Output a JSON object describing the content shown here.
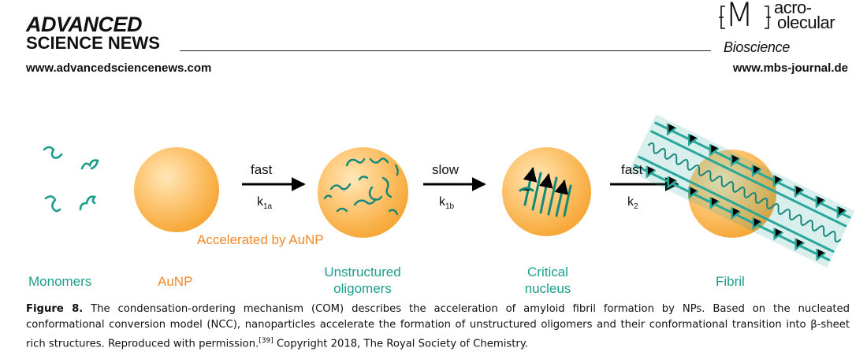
{
  "header": {
    "publisher_line1": "ADVANCED",
    "publisher_line2": "SCIENCE NEWS",
    "publisher_url": "www.advancedsciencenews.com",
    "journal_logo_m": "M",
    "journal_logo_acro": "acro-",
    "journal_logo_olecular": "olecular",
    "journal_logo_bioscience": "Bioscience",
    "journal_url": "www.mbs-journal.de"
  },
  "figure": {
    "steps": [
      {
        "top": "fast",
        "k": "k",
        "sub": "1a"
      },
      {
        "top": "slow",
        "k": "k",
        "sub": "1b"
      },
      {
        "top": "fast",
        "k": "k",
        "sub": "2"
      }
    ],
    "accelerated_label": "Accelerated by AuNP",
    "labels": {
      "monomers": "Monomers",
      "aunp": "AuNP",
      "oligomers_line1": "Unstructured",
      "oligomers_line2": "oligomers",
      "nucleus_line1": "Critical",
      "nucleus_line2": "nucleus",
      "fibril": "Fibril"
    },
    "colors": {
      "teal": "#1c9e8c",
      "orange": "#f08a2a",
      "sphere": "#f7a93a"
    }
  },
  "caption": {
    "label": "Figure 8.",
    "text": "The condensation-ordering mechanism (COM) describes the acceleration of amyloid fibril formation by NPs. Based on the nucleated conformational conversion model (NCC), nanoparticles accelerate the formation of unstructured oligomers and their conformational transition into β-sheet rich structures. Reproduced with permission.",
    "ref": "[39]",
    "copyright": "Copyright 2018, The Royal Society of Chemistry."
  }
}
